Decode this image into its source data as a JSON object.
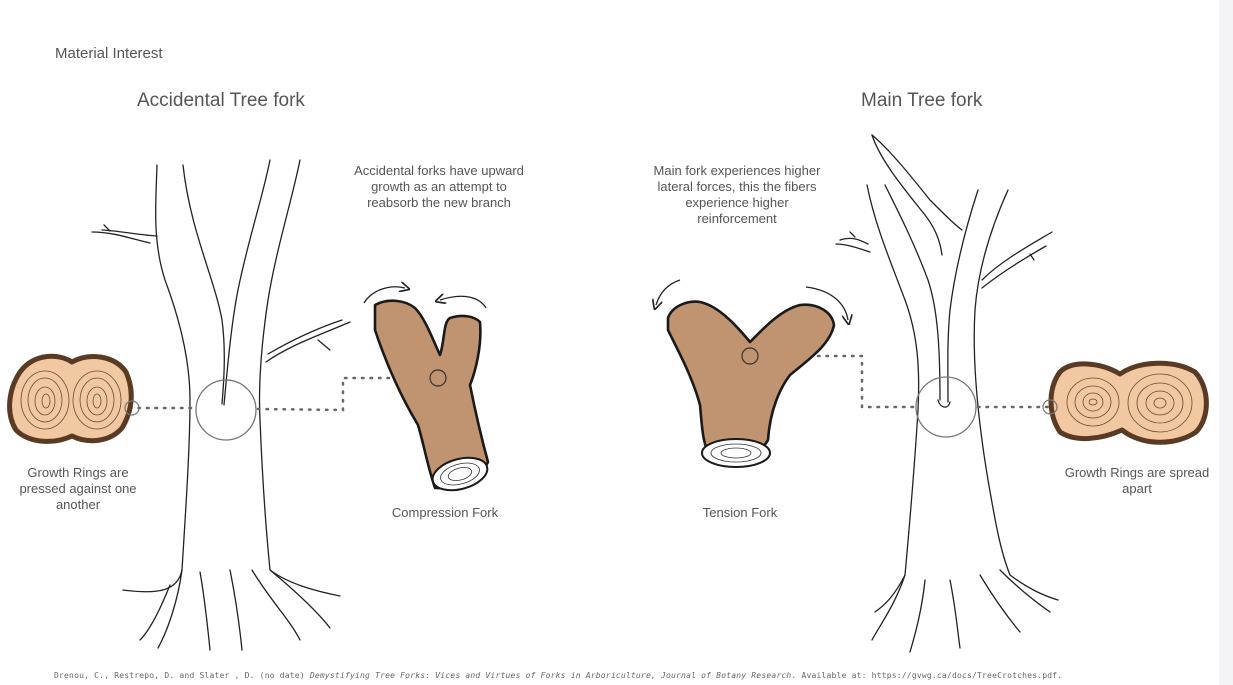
{
  "section_label": "Material Interest",
  "left": {
    "heading": "Accidental Tree fork",
    "note": "Accidental forks have upward growth as an attempt to reabsorb the new branch",
    "rings_caption": "Growth Rings are pressed against one another",
    "fork_caption": "Compression Fork"
  },
  "right": {
    "heading": "Main Tree fork",
    "note": "Main fork experiences higher lateral forces, this the fibers experience higher reinforcement",
    "rings_caption": "Growth Rings are spread apart",
    "fork_caption": "Tension Fork"
  },
  "citation": {
    "authors": "Drenou, C., Restrepo, D. and Slater , D. (no date) ",
    "title": "Demystifying Tree Forks: Vices and Virtues of Forks in Arboriculture, Journal of Botany Research",
    "tail": ". Available at: https://gvwg.ca/docs/TreeCrotches.pdf."
  },
  "colors": {
    "wood": "#c09470",
    "cross_section": "#f2c8a2",
    "bark_edge": "#5a3a22",
    "line": "#222222",
    "dotted": "#666666"
  }
}
